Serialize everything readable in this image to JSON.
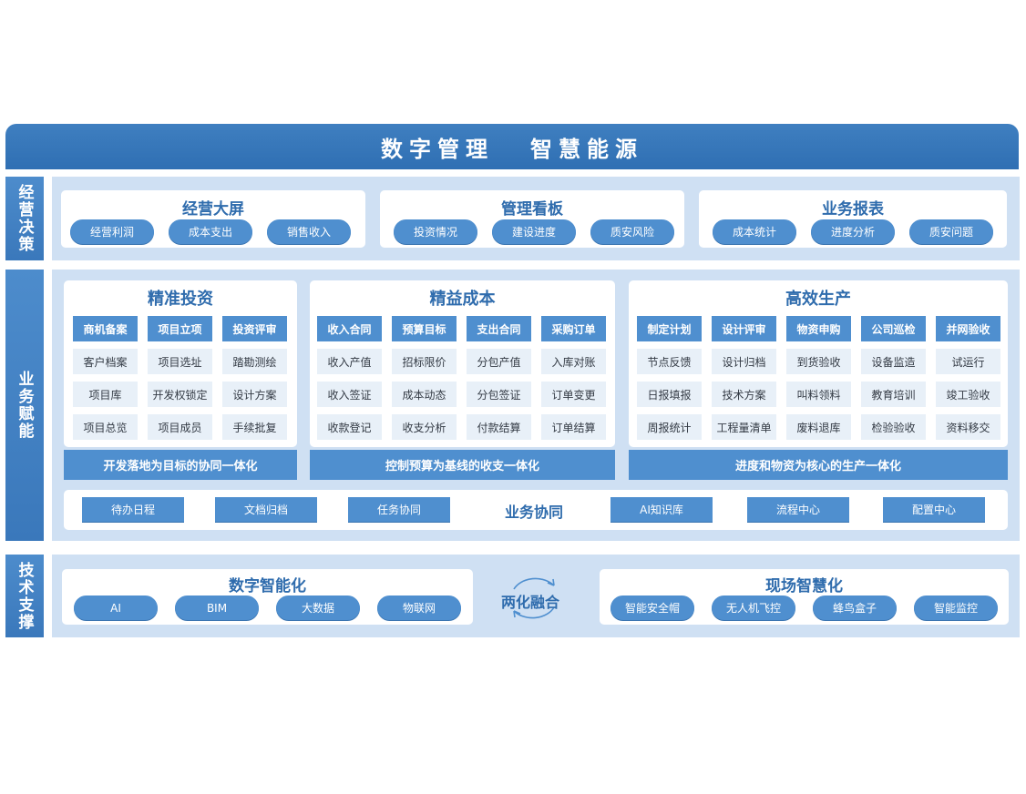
{
  "header": {
    "part1": "数字管理",
    "part2": "智慧能源"
  },
  "side": {
    "row1": "经营决策",
    "row2": "业务赋能",
    "row3": "技术支撑"
  },
  "decision": [
    {
      "title": "经营大屏",
      "items": [
        "经营利润",
        "成本支出",
        "销售收入"
      ]
    },
    {
      "title": "管理看板",
      "items": [
        "投资情况",
        "建设进度",
        "质安风险"
      ]
    },
    {
      "title": "业务报表",
      "items": [
        "成本统计",
        "进度分析",
        "质安问题"
      ]
    }
  ],
  "business": [
    {
      "title": "精准投资",
      "headers": [
        "商机备案",
        "项目立项",
        "投资评审"
      ],
      "rows": [
        [
          "客户档案",
          "项目选址",
          "踏勘测绘"
        ],
        [
          "项目库",
          "开发权锁定",
          "设计方案"
        ],
        [
          "项目总览",
          "项目成员",
          "手续批复"
        ]
      ],
      "footer": "开发落地为目标的协同一体化"
    },
    {
      "title": "精益成本",
      "headers": [
        "收入合同",
        "预算目标",
        "支出合同",
        "采购订单"
      ],
      "rows": [
        [
          "收入产值",
          "招标限价",
          "分包产值",
          "入库对账"
        ],
        [
          "收入签证",
          "成本动态",
          "分包签证",
          "订单变更"
        ],
        [
          "收款登记",
          "收支分析",
          "付款结算",
          "订单结算"
        ]
      ],
      "footer": "控制预算为基线的收支一体化"
    },
    {
      "title": "高效生产",
      "headers": [
        "制定计划",
        "设计评审",
        "物资申购",
        "公司巡检",
        "并网验收"
      ],
      "rows": [
        [
          "节点反馈",
          "设计归档",
          "到货验收",
          "设备监造",
          "试运行"
        ],
        [
          "日报填报",
          "技术方案",
          "叫料领料",
          "教育培训",
          "竣工验收"
        ],
        [
          "周报统计",
          "工程量清单",
          "废料退库",
          "检验验收",
          "资料移交"
        ]
      ],
      "footer": "进度和物资为核心的生产一体化"
    }
  ],
  "collab": {
    "label": "业务协同",
    "left": [
      "待办日程",
      "文档归档",
      "任务协同"
    ],
    "right": [
      "AI知识库",
      "流程中心",
      "配置中心"
    ]
  },
  "tech": {
    "left": {
      "title": "数字智能化",
      "items": [
        "AI",
        "BIM",
        "大数据",
        "物联网"
      ]
    },
    "center": "两化融合",
    "right": {
      "title": "现场智慧化",
      "items": [
        "智能安全帽",
        "无人机飞控",
        "蜂鸟盒子",
        "智能监控"
      ]
    }
  },
  "colors": {
    "header": "#2f6fb3",
    "side": "#3f7fc0",
    "panel": "#cfe0f3",
    "button": "#4f8fcf",
    "cell": "#e8f0f8",
    "title": "#2f6cad"
  }
}
